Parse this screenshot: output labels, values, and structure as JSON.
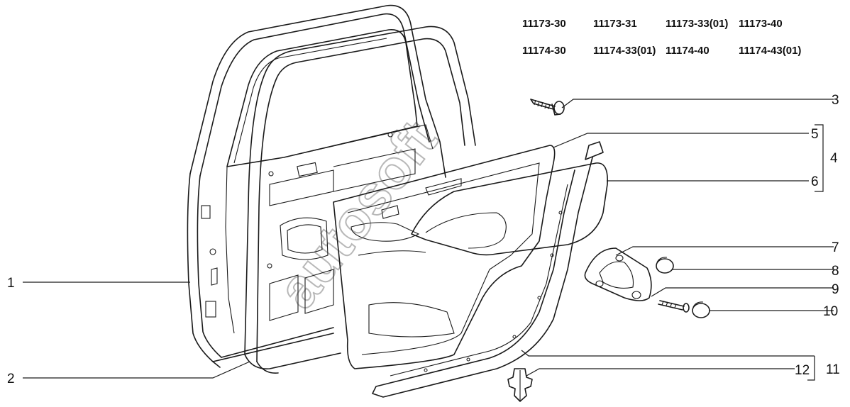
{
  "model_codes": {
    "row1": [
      "11173-30",
      "11173-31",
      "11173-33(01)",
      "11173-40"
    ],
    "row2": [
      "11174-30",
      "11174-33(01)",
      "11174-40",
      "11174-43(01)"
    ]
  },
  "callouts": {
    "c1": "1",
    "c2": "2",
    "c3": "3",
    "c4": "4",
    "c5": "5",
    "c6": "6",
    "c7": "7",
    "c8": "8",
    "c9": "9",
    "c10": "10",
    "c11": "11",
    "c12": "12"
  },
  "watermark": "autosoft"
}
